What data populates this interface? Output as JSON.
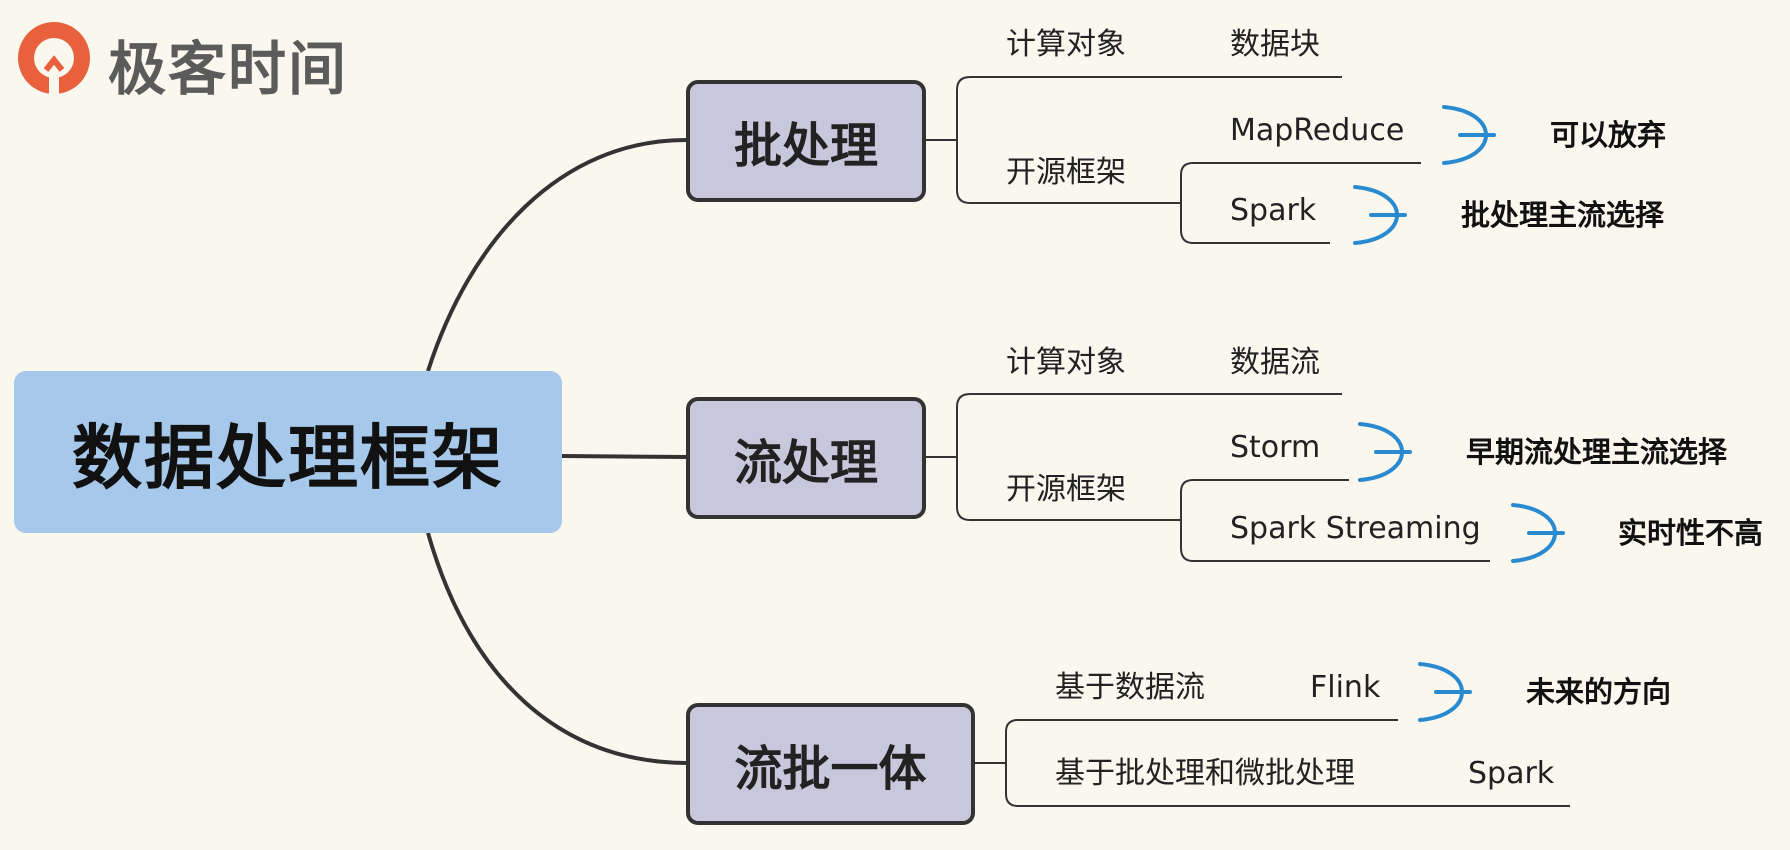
{
  "logo": {
    "text": "极客时间",
    "color": "#e8603c"
  },
  "root": {
    "label": "数据处理框架",
    "color": "#a6c8ea"
  },
  "branches": [
    {
      "label": "批处理",
      "target": {
        "label": "计算对象",
        "value": "数据块"
      },
      "frameworks_label": "开源框架",
      "frameworks": [
        {
          "name": "MapReduce",
          "note": "可以放弃"
        },
        {
          "name": "Spark",
          "note": "批处理主流选择"
        }
      ]
    },
    {
      "label": "流处理",
      "target": {
        "label": "计算对象",
        "value": "数据流"
      },
      "frameworks_label": "开源框架",
      "frameworks": [
        {
          "name": "Storm",
          "note": "早期流处理主流选择"
        },
        {
          "name": "Spark Streaming",
          "note": "实时性不高"
        }
      ]
    },
    {
      "label": "流批一体",
      "items": [
        {
          "label": "基于数据流",
          "value": "Flink",
          "note": "未来的方向"
        },
        {
          "label": "基于批处理和微批处理",
          "value": "Spark"
        }
      ]
    }
  ],
  "colors": {
    "node": "#c8c7dc",
    "bracket": "#2a8ad0",
    "line": "#333333"
  }
}
